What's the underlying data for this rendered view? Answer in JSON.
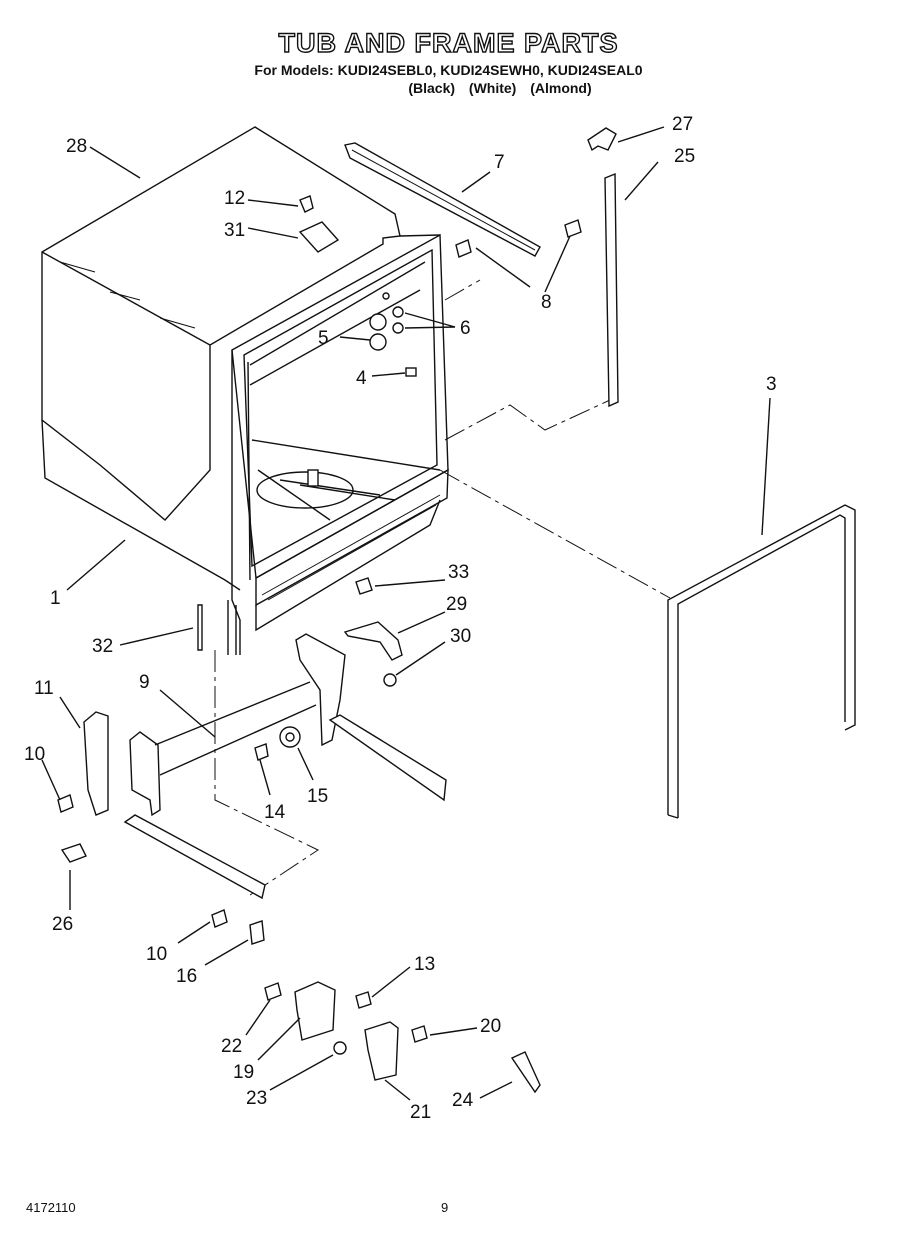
{
  "header": {
    "title": "TUB AND FRAME PARTS",
    "models": "For Models: KUDI24SEBL0, KUDI24SEWH0, KUDI24SEAL0",
    "colors": "(Black)   (White)   (Almond)"
  },
  "footer": {
    "doc_number": "4172110",
    "page": "9"
  },
  "callouts": [
    "1",
    "3",
    "4",
    "5",
    "6",
    "7",
    "8",
    "9",
    "10",
    "10",
    "11",
    "12",
    "13",
    "14",
    "15",
    "16",
    "19",
    "20",
    "21",
    "22",
    "23",
    "24",
    "25",
    "26",
    "27",
    "28",
    "29",
    "30",
    "31",
    "32",
    "33"
  ]
}
